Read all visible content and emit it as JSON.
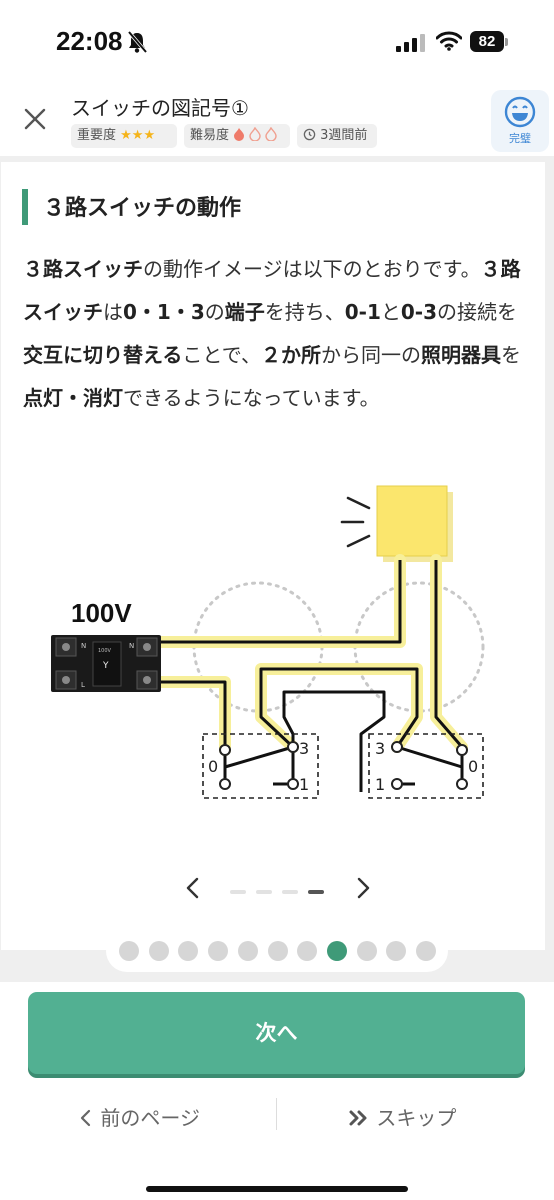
{
  "status_bar": {
    "time": "22:08",
    "battery": "82"
  },
  "header": {
    "title": "スイッチの図記号①",
    "importance_label": "重要度",
    "importance_stars": "★★★",
    "difficulty_label": "難易度",
    "time_ago": "3週間前",
    "done_label": "完璧"
  },
  "content": {
    "section_title": "３路スイッチの動作",
    "paragraph": [
      {
        "text": "３路スイッチ",
        "bold": true
      },
      {
        "text": "の動作イメージは以下のとおりです。",
        "bold": false
      },
      {
        "text": "３路スイッチ",
        "bold": true
      },
      {
        "text": "は",
        "bold": false
      },
      {
        "text": "0・1・3",
        "bold": true
      },
      {
        "text": "の",
        "bold": false
      },
      {
        "text": "端子",
        "bold": true
      },
      {
        "text": "を持ち、",
        "bold": false
      },
      {
        "text": "0-1",
        "bold": true
      },
      {
        "text": "と",
        "bold": false
      },
      {
        "text": "0-3",
        "bold": true
      },
      {
        "text": "の接続を",
        "bold": false
      },
      {
        "text": "交互に切り替える",
        "bold": true
      },
      {
        "text": "ことで、",
        "bold": false
      },
      {
        "text": "２か所",
        "bold": true
      },
      {
        "text": "から同一の",
        "bold": false
      },
      {
        "text": "照明器具",
        "bold": true
      },
      {
        "text": "を",
        "bold": false
      },
      {
        "text": "点灯・消灯",
        "bold": true
      },
      {
        "text": "できるようになっています。",
        "bold": false
      }
    ],
    "diagram": {
      "voltage_label": "100V",
      "breaker_labels": {
        "n_top": "N",
        "n_bottom": "N",
        "l": "L",
        "mark": "Y",
        "rating": "100V"
      },
      "left_switch": {
        "t3": "3",
        "t0": "0",
        "t1": "1"
      },
      "right_switch": {
        "t3": "3",
        "t0": "0",
        "t1": "1"
      }
    }
  },
  "carousel": {
    "current_slide": 4,
    "slide_count": 4
  },
  "pagination": {
    "current_page": 8,
    "page_count": 11
  },
  "footer": {
    "next_label": "次へ",
    "prev_label": "前のページ",
    "skip_label": "スキップ"
  },
  "colors": {
    "accent": "#3f9a78",
    "button": "#52b092",
    "wire_glow": "#f7ef9a",
    "lamp": "#fbe66d"
  }
}
